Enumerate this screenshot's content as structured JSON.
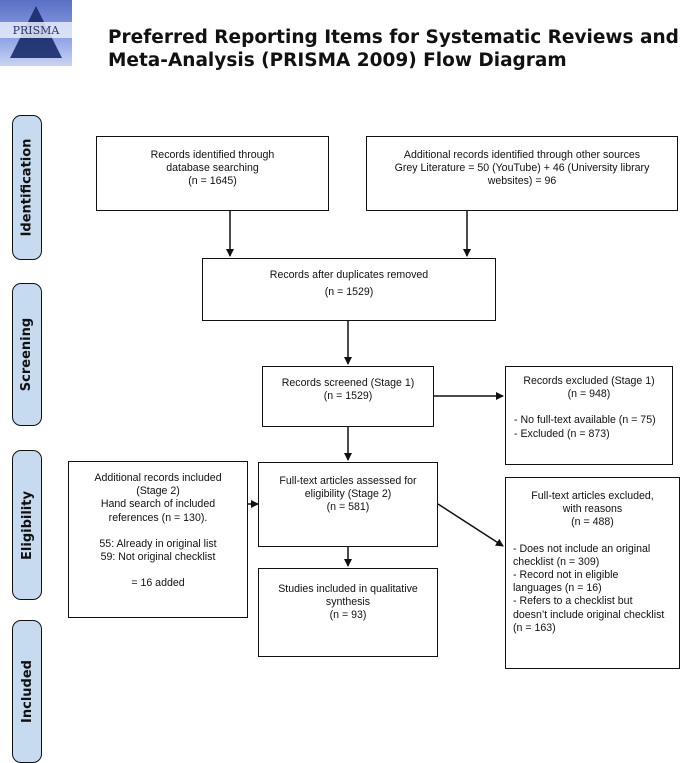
{
  "logo": {
    "text": "PRISMA",
    "colors": {
      "top": "#5b6fc4",
      "mid": "#8aa0e6",
      "triangle": "#1a2a6c"
    }
  },
  "title": {
    "line1": "Preferred Reporting Items for Systematic Reviews and",
    "line2": "Meta-Analysis (PRISMA 2009) Flow Diagram"
  },
  "stages": {
    "identification": "Identification",
    "screening": "Screening",
    "eligibility": "Eligibility",
    "included": "Included",
    "color": "#c6dbef"
  },
  "boxes": {
    "db_search": {
      "line1": "Records identified through",
      "line2": "database searching",
      "line3": "(n = 1645)"
    },
    "other_sources": {
      "line1": "Additional records identified through other sources",
      "line2": "Grey Literature = 50 (YouTube) + 46 (University library",
      "line3": "websites) = 96"
    },
    "duplicates_removed": {
      "line1": "Records after duplicates removed",
      "line2": "(n = 1529)"
    },
    "screened": {
      "line1": "Records screened (Stage 1)",
      "line2": "(n = 1529)"
    },
    "excluded_stage1": {
      "line1": "Records excluded (Stage 1)",
      "line2": "(n = 948)",
      "line3": "- No full-text available (n = 75)",
      "line4": "- Excluded (n = 873)"
    },
    "additional_stage2": {
      "line1": "Additional records included",
      "line2": "(Stage 2)",
      "line3": "Hand search of included",
      "line4": "references (n = 130).",
      "line5": "55: Already in original list",
      "line6": "59: Not original checklist",
      "line7": "= 16 added"
    },
    "fulltext_assessed": {
      "line1": "Full-text articles assessed for",
      "line2": "eligibility (Stage 2)",
      "line3": "(n = 581)"
    },
    "fulltext_excluded": {
      "line1": "Full-text articles excluded,",
      "line2": "with reasons",
      "line3": "(n = 488)",
      "line4": "- Does not include an original",
      "line5": "checklist (n = 309)",
      "line6": "- Record not in eligible",
      "line7": "languages (n = 16)",
      "line8": "- Refers to a checklist but",
      "line9": "doesn’t include original checklist",
      "line10": "(n = 163)"
    },
    "included_studies": {
      "line1": "Studies included in qualitative",
      "line2": "synthesis",
      "line3": "(n = 93)"
    }
  }
}
